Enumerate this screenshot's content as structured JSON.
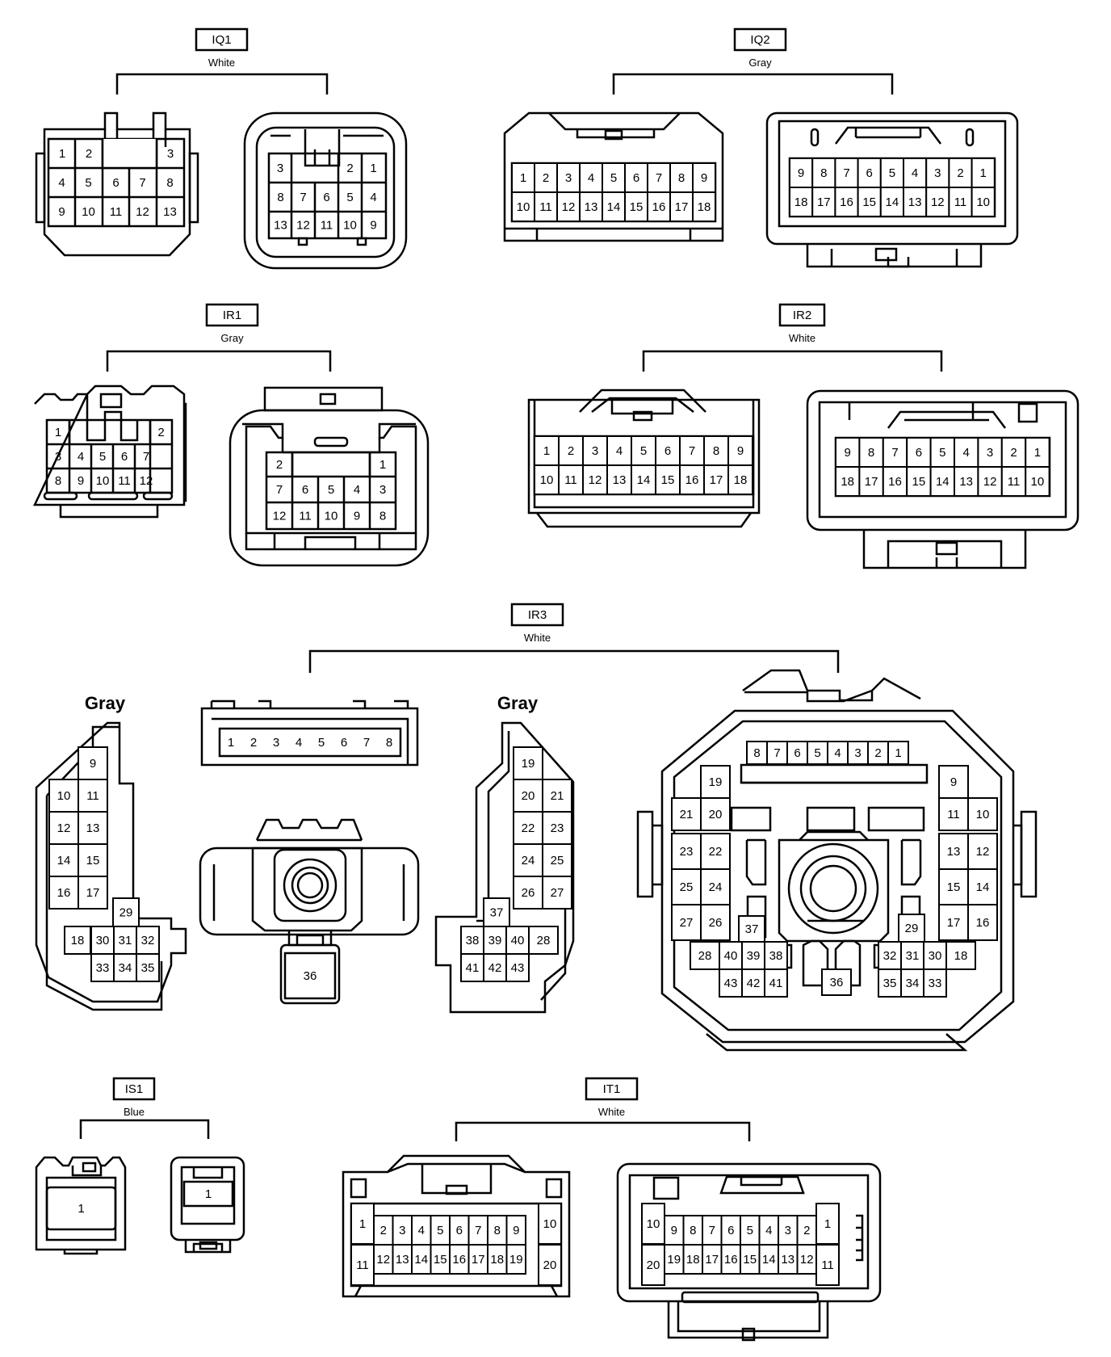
{
  "colors": {
    "line": "#000000",
    "bg": "#ffffff"
  },
  "connectors": {
    "IQ1": {
      "code": "IQ1",
      "color": "White"
    },
    "IQ2": {
      "code": "IQ2",
      "color": "Gray"
    },
    "IR1": {
      "code": "IR1",
      "color": "Gray"
    },
    "IR2": {
      "code": "IR2",
      "color": "White"
    },
    "IR3": {
      "code": "IR3",
      "color": "White",
      "sub_left": "Gray",
      "sub_right": "Gray"
    },
    "IS1": {
      "code": "IS1",
      "color": "Blue"
    },
    "IT1": {
      "code": "IT1",
      "color": "White"
    }
  },
  "pins": {
    "iq1_left": [
      "1",
      "2",
      "3",
      "4",
      "5",
      "6",
      "7",
      "8",
      "9",
      "10",
      "11",
      "12",
      "13"
    ],
    "iq1_right": [
      "3",
      "2",
      "1",
      "8",
      "7",
      "6",
      "5",
      "4",
      "13",
      "12",
      "11",
      "10",
      "9"
    ],
    "iq2_left": [
      "1",
      "2",
      "3",
      "4",
      "5",
      "6",
      "7",
      "8",
      "9",
      "10",
      "11",
      "12",
      "13",
      "14",
      "15",
      "16",
      "17",
      "18"
    ],
    "iq2_right": [
      "9",
      "8",
      "7",
      "6",
      "5",
      "4",
      "3",
      "2",
      "1",
      "18",
      "17",
      "16",
      "15",
      "14",
      "13",
      "12",
      "11",
      "10"
    ],
    "ir1_left": [
      "1",
      "2",
      "3",
      "4",
      "5",
      "6",
      "7",
      "8",
      "9",
      "10",
      "11",
      "12"
    ],
    "ir1_right": [
      "2",
      "1",
      "7",
      "6",
      "5",
      "4",
      "3",
      "12",
      "11",
      "10",
      "9",
      "8"
    ],
    "ir2_left": [
      "1",
      "2",
      "3",
      "4",
      "5",
      "6",
      "7",
      "8",
      "9",
      "10",
      "11",
      "12",
      "13",
      "14",
      "15",
      "16",
      "17",
      "18"
    ],
    "ir2_right": [
      "9",
      "8",
      "7",
      "6",
      "5",
      "4",
      "3",
      "2",
      "1",
      "18",
      "17",
      "16",
      "15",
      "14",
      "13",
      "12",
      "11",
      "10"
    ],
    "ir3_gray_left": [
      "9",
      "10",
      "11",
      "12",
      "13",
      "14",
      "15",
      "16",
      "17",
      "29",
      "18",
      "30",
      "31",
      "32",
      "33",
      "34",
      "35"
    ],
    "ir3_strip": [
      "1",
      "2",
      "3",
      "4",
      "5",
      "6",
      "7",
      "8"
    ],
    "ir3_round": [
      "36"
    ],
    "ir3_gray_right": [
      "19",
      "20",
      "21",
      "22",
      "23",
      "24",
      "25",
      "26",
      "27",
      "37",
      "28",
      "38",
      "39",
      "40",
      "41",
      "42",
      "43"
    ],
    "ir3_big": [
      "8",
      "7",
      "6",
      "5",
      "4",
      "3",
      "2",
      "1",
      "19",
      "9",
      "21",
      "20",
      "11",
      "10",
      "23",
      "22",
      "13",
      "12",
      "25",
      "24",
      "15",
      "14",
      "27",
      "26",
      "37",
      "17",
      "16",
      "29",
      "28",
      "40",
      "39",
      "38",
      "32",
      "31",
      "30",
      "18",
      "43",
      "42",
      "41",
      "36",
      "35",
      "34",
      "33"
    ],
    "is1_left": [
      "1"
    ],
    "is1_right": [
      "1"
    ],
    "it1_left": [
      "1",
      "2",
      "3",
      "4",
      "5",
      "6",
      "7",
      "8",
      "9",
      "10",
      "11",
      "12",
      "13",
      "14",
      "15",
      "16",
      "17",
      "18",
      "19",
      "20"
    ],
    "it1_right": [
      "10",
      "9",
      "8",
      "7",
      "6",
      "5",
      "4",
      "3",
      "2",
      "1",
      "20",
      "19",
      "18",
      "17",
      "16",
      "15",
      "14",
      "13",
      "12",
      "11"
    ]
  }
}
